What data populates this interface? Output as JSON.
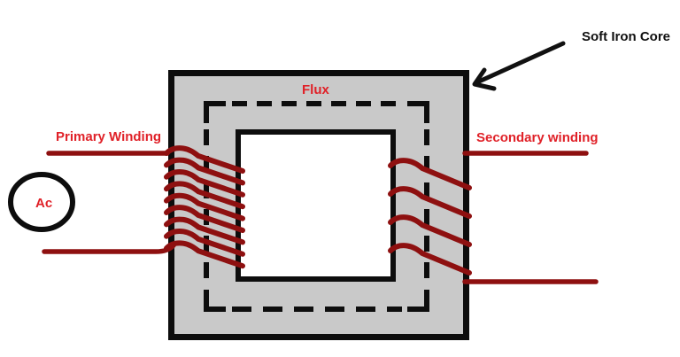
{
  "diagram": {
    "core_label": "Soft Iron Core",
    "flux_label": "Flux",
    "primary_label": "Primary Winding",
    "secondary_label": "Secondary winding",
    "source_label": "Ac"
  },
  "windings": {
    "primary": {
      "turns": 9
    },
    "secondary": {
      "turns": 4
    }
  },
  "colors": {
    "core_fill": "#c9c9c9",
    "outline": "#0d0d0d",
    "wire": "#8e1010",
    "label_red": "#e02128",
    "label_black": "#111111",
    "window_fill": "#ffffff",
    "background": "#ffffff"
  }
}
